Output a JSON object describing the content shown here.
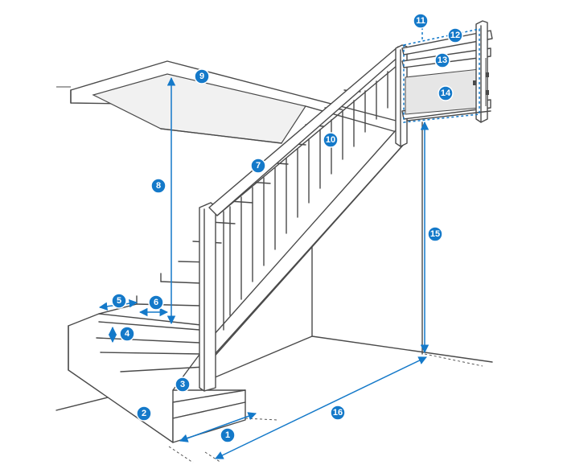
{
  "callouts": [
    "1",
    "2",
    "3",
    "4",
    "5",
    "6",
    "7",
    "8",
    "9",
    "10",
    "11",
    "12",
    "13",
    "14",
    "15",
    "16"
  ],
  "colors": {
    "callout": "#1479c9",
    "line": "#4a4a4a",
    "panel": "#e6e6e6"
  }
}
